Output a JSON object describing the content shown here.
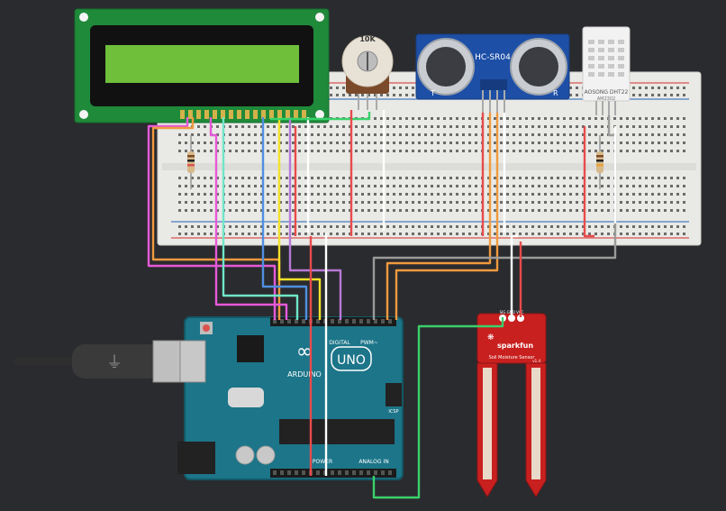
{
  "colors": {
    "background": "#2a2b2e",
    "breadboard": "#e9e9e6",
    "rail_red": "#d9534f",
    "rail_blue": "#4a7fc1",
    "lcd_pcb": "#1f8a3a",
    "lcd_screen": "#6fbf3a",
    "arduino": "#1c7589",
    "sensor_red": "#c8201f",
    "wire_pink": "#e65ad8",
    "wire_orange": "#f09a3e",
    "wire_green": "#3ad16b",
    "wire_cyan": "#6fe6c8",
    "wire_blue": "#4f8fe0",
    "wire_yellow": "#f3e12a",
    "wire_purple": "#b77ad6",
    "wire_gray": "#9a9a9a",
    "wire_white": "#f2f2f2",
    "wire_red": "#e84b4b"
  },
  "labels": {
    "pot_value": "10K",
    "ultrasonic_model": "HC-SR04",
    "ultrasonic_left": "T",
    "ultrasonic_right": "R",
    "dht_model": "AOSONG DHT22",
    "dht_serial": "AM2302",
    "arduino_model": "UNO",
    "arduino_brand": "ARDUINO",
    "arduino_digital": "DIGITAL",
    "arduino_pwm": "PWM~",
    "arduino_power": "POWER",
    "arduino_analog": "ANALOG IN",
    "arduino_icsp": "ICSP",
    "sensor_brand": "sparkfun",
    "sensor_name": "Soil Moisture Sensor",
    "sensor_version": "v1.4",
    "sensor_pins": "SIG GND VCC"
  },
  "icons": [
    "usb-plug-icon",
    "usb-symbol-icon",
    "arduino-infinity-logo-icon",
    "sparkfun-flame-icon"
  ]
}
